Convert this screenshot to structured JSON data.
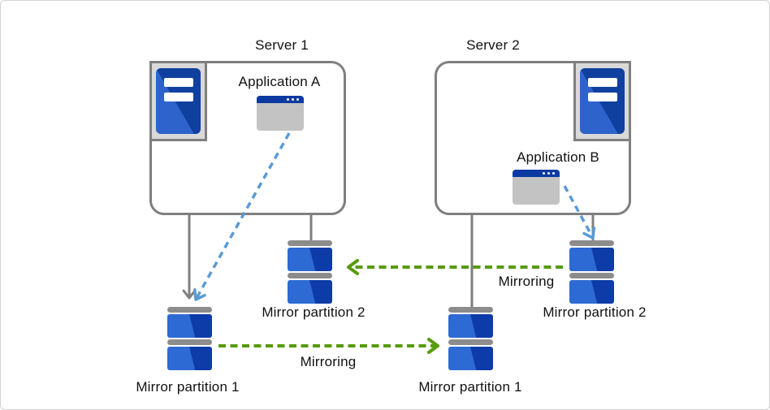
{
  "servers": {
    "server1": {
      "label": "Server 1",
      "application": {
        "label": "Application A"
      }
    },
    "server2": {
      "label": "Server 2",
      "application": {
        "label": "Application B"
      }
    }
  },
  "partitions": {
    "server1_p1": {
      "label": "Mirror partition 1"
    },
    "server1_p2": {
      "label": "Mirror partition 2"
    },
    "server2_p1": {
      "label": "Mirror partition 1"
    },
    "server2_p2": {
      "label": "Mirror partition 2"
    }
  },
  "arrows": {
    "mirroring_top": {
      "label": "Mirroring"
    },
    "mirroring_bottom": {
      "label": "Mirroring"
    }
  },
  "colors": {
    "box_border": "#7f7f7f",
    "icon_tray_gray": "#d9d9d9",
    "partition_cap_gray": "#8c8c8c",
    "blue_light": "#2e6ad4",
    "blue_dark": "#0d3ca8",
    "window_titlebar_blue": "#0a3aa2",
    "window_body_gray": "#c3c3c3",
    "green_arrow": "#579b0b",
    "blue_arrow": "#5b9bd5"
  }
}
